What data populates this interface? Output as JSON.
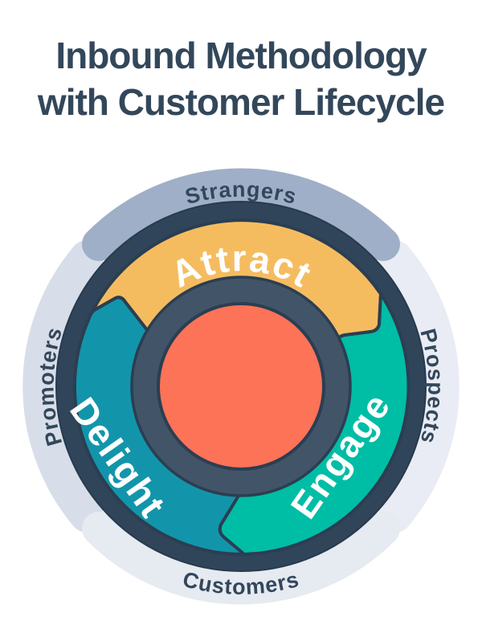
{
  "title": {
    "line1": "Inbound Methodology",
    "line2": "with Customer Lifecycle"
  },
  "flywheel": {
    "outer_ring_labels": {
      "top": "Strangers",
      "right": "Prospects",
      "bottom": "Customers",
      "left": "Promoters"
    },
    "segments": {
      "attract": "Attract",
      "engage": "Engage",
      "delight": "Delight"
    },
    "colors": {
      "title_text": "#33475B",
      "ring_label_text": "#33475B",
      "ring_strangers": "#9FAFC7",
      "ring_prospects": "#E9ECF4",
      "ring_customers": "#E6EAF1",
      "ring_promoters": "#D7DEE9",
      "wheel_border": "#30455A",
      "segment_outline": "#2B3E52",
      "attract": "#F5BC5F",
      "engage": "#00BDA5",
      "delight": "#1295AB",
      "hub_ring": "#415468",
      "hub_center": "#FC7357",
      "segment_label_text": "#FFFFFF"
    }
  }
}
